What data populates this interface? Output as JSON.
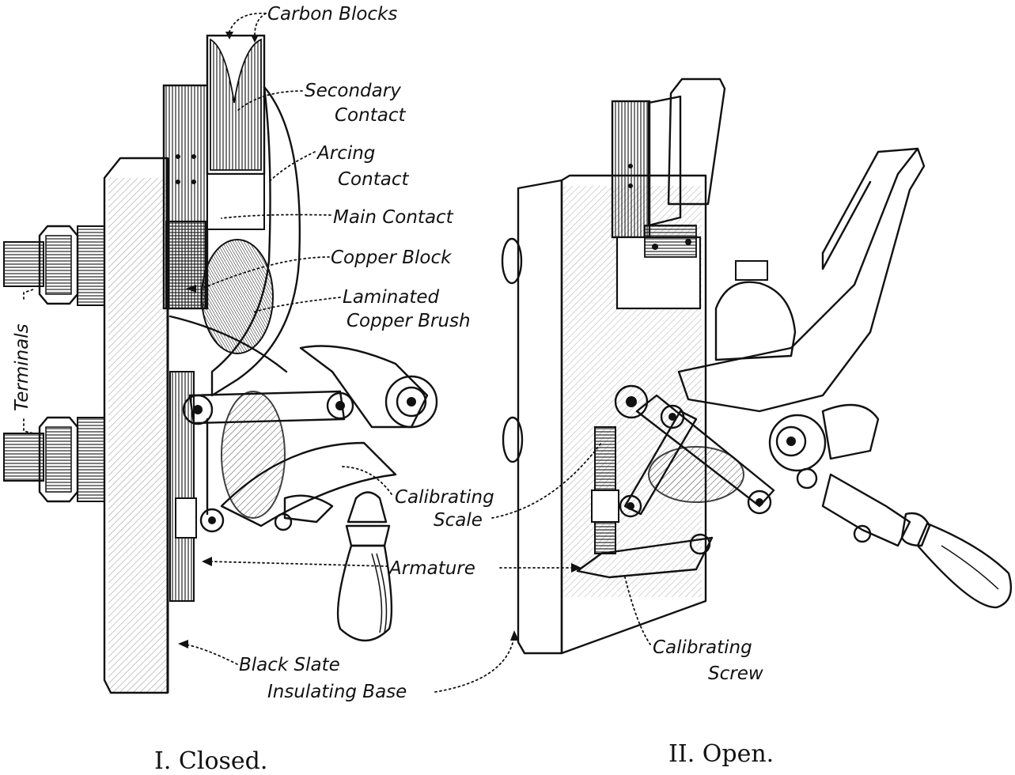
{
  "labels": {
    "carbon_blocks": "Carbon Blocks",
    "secondary_contact_1": "Secondary",
    "secondary_contact_2": "Contact",
    "arcing_contact_1": "Arcing",
    "arcing_contact_2": "Contact",
    "main_contact": "Main Contact",
    "copper_block": "Copper Block",
    "laminated_brush_1": "Laminated",
    "laminated_brush_2": "Copper Brush",
    "terminals": "Terminals",
    "calibrating_scale_1": "Calibrating",
    "calibrating_scale_2": "Scale",
    "armature": "Armature",
    "black_slate_1": "Black Slate",
    "black_slate_2": "Insulating Base",
    "calibrating_screw_1": "Calibrating",
    "calibrating_screw_2": "Screw"
  },
  "captions": {
    "closed": "I. Closed.",
    "open": "II. Open."
  }
}
